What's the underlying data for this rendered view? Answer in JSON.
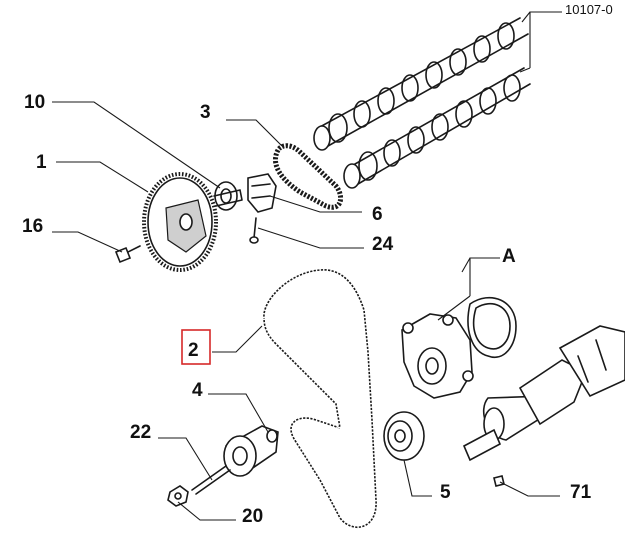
{
  "document_ref": "10107-0",
  "highlight_color": "#d62828",
  "callouts": {
    "c10": "10",
    "c3": "3",
    "c1": "1",
    "c16": "16",
    "c6": "6",
    "c24": "24",
    "cA": "A",
    "c2": "2",
    "c4": "4",
    "c22": "22",
    "c20": "20",
    "c5": "5",
    "c71": "71"
  },
  "highlighted_callout": "2"
}
